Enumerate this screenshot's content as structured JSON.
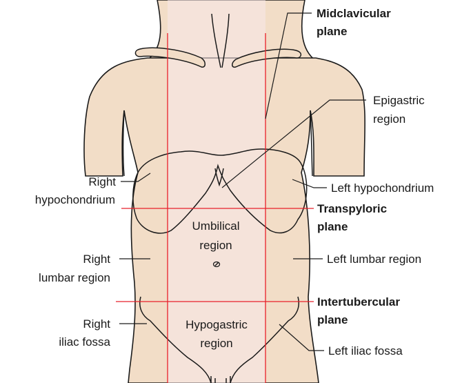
{
  "colors": {
    "skin": "#f2ddc7",
    "midline_band": "#f8e7ea",
    "plane_line": "#e8202a",
    "outline": "#1a1a1a"
  },
  "labels": {
    "midclavicular": [
      "Midclavicular",
      "plane"
    ],
    "epigastric": [
      "Epigastric",
      "region"
    ],
    "left_hypochondrium": "Left hypochondrium",
    "right_hypochondrium": [
      "Right",
      "hypochondrium"
    ],
    "transpyloric": [
      "Transpyloric",
      "plane"
    ],
    "umbilical": [
      "Umbilical",
      "region"
    ],
    "right_lumbar": [
      "Right",
      "lumbar region"
    ],
    "left_lumbar": "Left lumbar region",
    "intertubercular": [
      "Intertubercular",
      "plane"
    ],
    "right_iliac": [
      "Right",
      "iliac fossa"
    ],
    "hypogastric": [
      "Hypogastric",
      "region"
    ],
    "left_iliac": "Left iliac fossa"
  }
}
